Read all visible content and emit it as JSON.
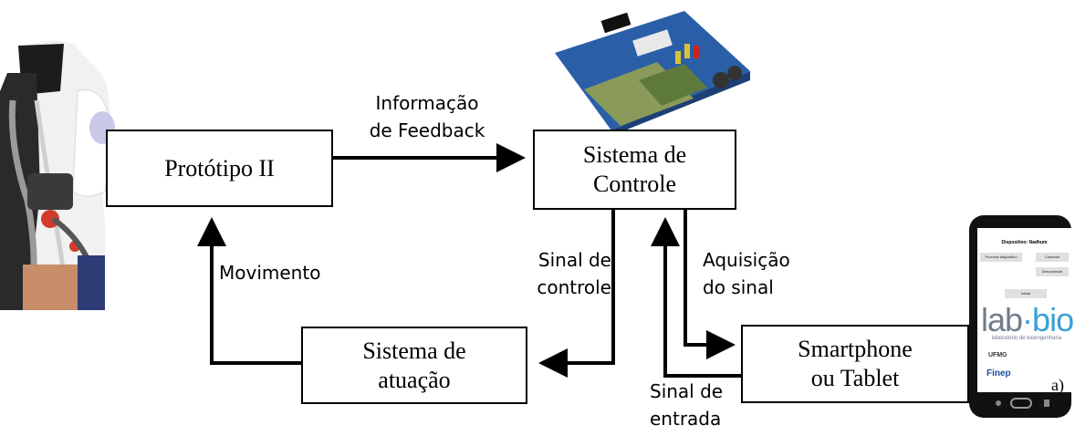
{
  "boxes": {
    "prototipo": "Protótipo II",
    "controle_line1": "Sistema de",
    "controle_line2": "Controle",
    "atuacao_line1": "Sistema de",
    "atuacao_line2": "atuação",
    "smartphone_line1": "Smartphone",
    "smartphone_line2": "ou Tablet"
  },
  "labels": {
    "feedback_line1": "Informação",
    "feedback_line2": "de Feedback",
    "movimento": "Movimento",
    "sinal_controle_line1": "Sinal de",
    "sinal_controle_line2": "controle",
    "aquisicao_line1": "Aquisição",
    "aquisicao_line2": "do sinal",
    "sinal_entrada_line1": "Sinal de",
    "sinal_entrada_line2": "entrada"
  },
  "phone": {
    "title": "Dispositivo: Nadhum",
    "btn_search": "Procurar dispositivo",
    "btn_connect": "Conectar",
    "btn_disconnect": "Desconectar",
    "btn_start": "Iniciar",
    "logo_left": "lab",
    "logo_right": "bio",
    "logo_sub": "laboratório de bioengenharia",
    "ufmg": "UFMG",
    "finep": "Finep",
    "panel_label": "a)"
  },
  "colors": {
    "lab_gray": "#6f7d8a",
    "lab_blue": "#37a0d8",
    "board_blue": "#2a5fa8"
  }
}
